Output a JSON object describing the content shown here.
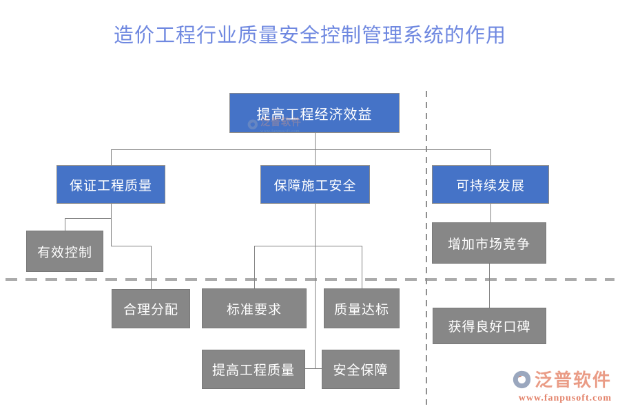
{
  "title": "造价工程行业质量安全控制管理系统的作用",
  "nodes": {
    "root": {
      "label": "提高工程经济效益"
    },
    "quality": {
      "label": "保证工程质量"
    },
    "safety": {
      "label": "保障施工安全"
    },
    "sustain": {
      "label": "可持续发展"
    },
    "control": {
      "label": "有效控制"
    },
    "market": {
      "label": "增加市场竞争"
    },
    "allocate": {
      "label": "合理分配"
    },
    "standard": {
      "label": "标准要求"
    },
    "reach": {
      "label": "质量达标"
    },
    "improve": {
      "label": "提高工程质量"
    },
    "secure": {
      "label": "安全保障"
    },
    "reputation": {
      "label": "获得良好口碑"
    }
  },
  "watermark": {
    "brand": "泛普软件",
    "sub": "www.fanpusoft.com"
  },
  "logo": {
    "brand": "泛普软件",
    "url": "www.fanpusoft.com"
  },
  "colors": {
    "node_blue": "#4573C7",
    "node_gray": "#878787",
    "title_blue": "#6F88E0",
    "connector_gray": "#808080",
    "dash_gray": "#ABABAB",
    "logo_salmon": "#EA9C86",
    "logo_url_salmon": "#E3836B"
  }
}
